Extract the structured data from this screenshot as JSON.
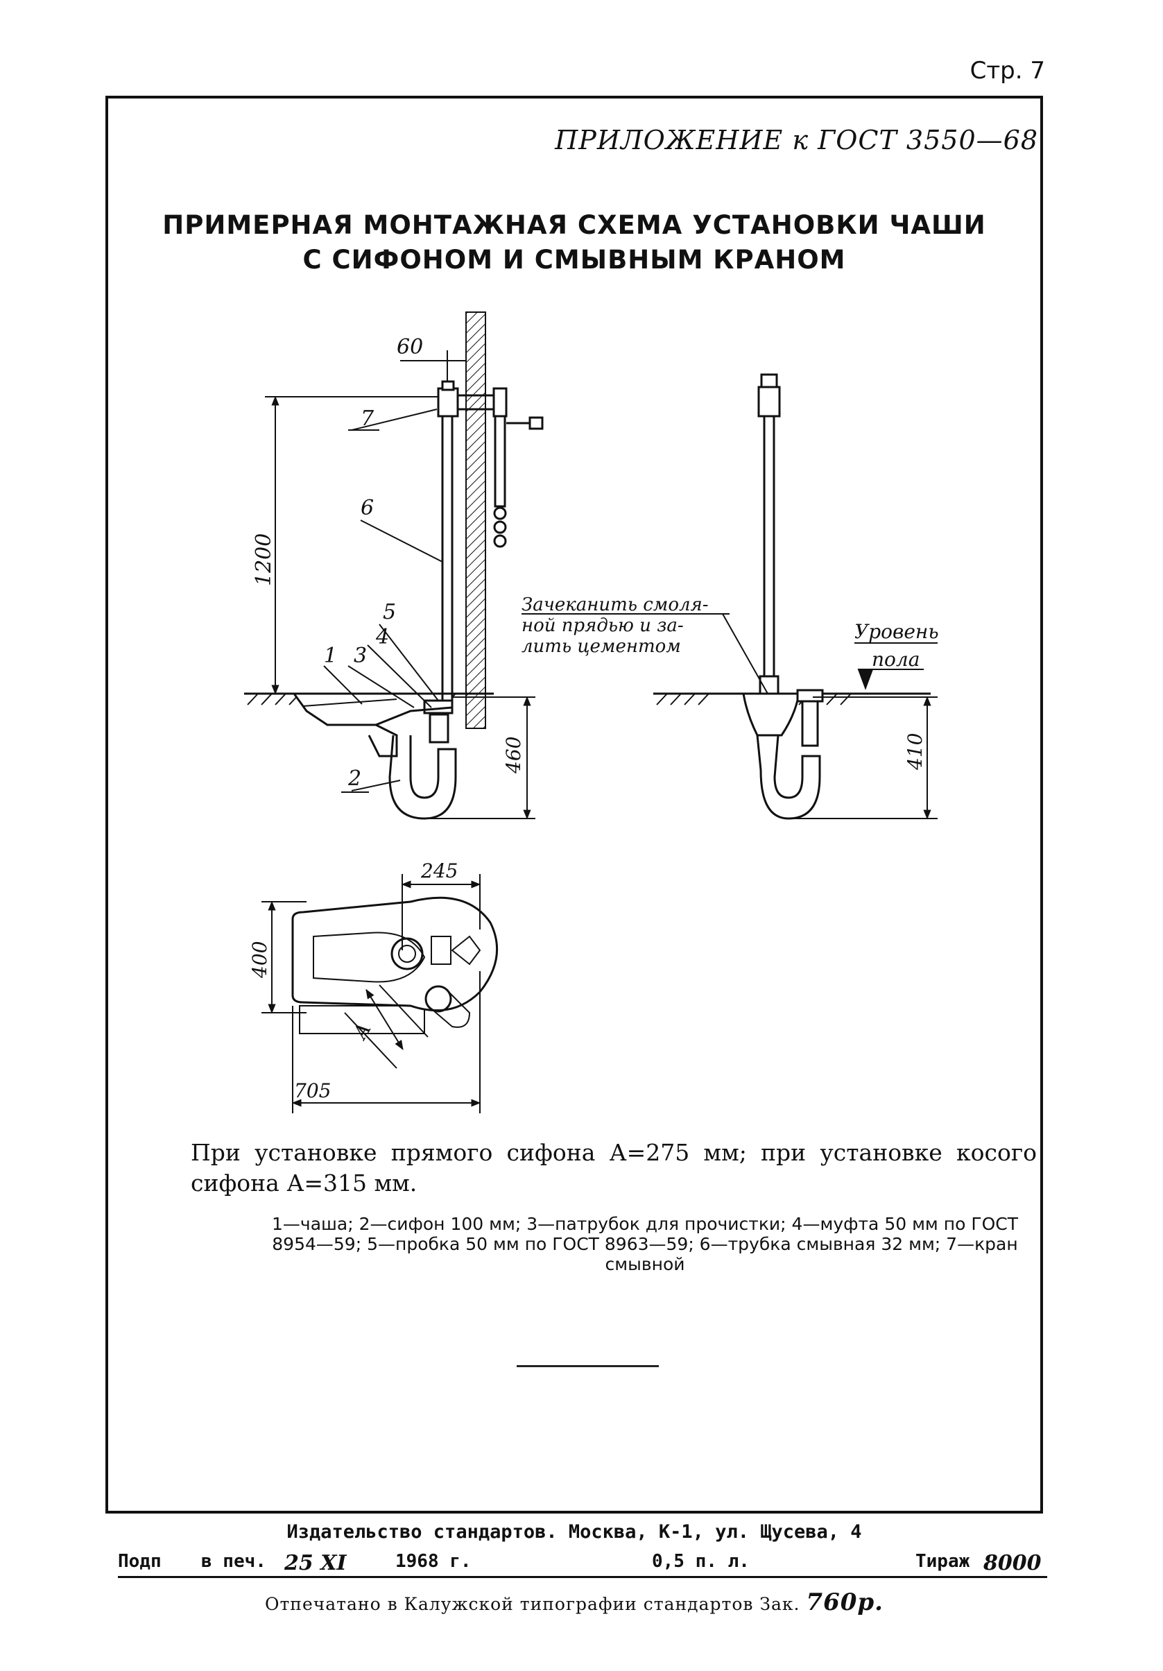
{
  "page": {
    "page_number": "Стр. 7",
    "appendix": "ПРИЛОЖЕНИЕ к ГОСТ 3550—68",
    "title_line1": "ПРИМЕРНАЯ МОНТАЖНАЯ СХЕМА УСТАНОВКИ ЧАШИ",
    "title_line2": "С СИФОНОМ И СМЫВНЫМ КРАНОМ"
  },
  "drawing": {
    "dim_60": "60",
    "dim_1200": "1200",
    "dim_460": "460",
    "dim_410": "410",
    "dim_245": "245",
    "dim_400": "400",
    "dim_705": "705",
    "dim_A": "А",
    "callouts": [
      "1",
      "2",
      "3",
      "4",
      "5",
      "6",
      "7"
    ],
    "caulk_note": [
      "Зачеканить смоля-",
      "ной прядью и за-",
      "лить цементом"
    ],
    "floor_note": [
      "Уровень",
      "пола"
    ]
  },
  "note": "При установке прямого сифона А=275 мм; при установке косого сифона А=315 мм.",
  "legend": "1—чаша; 2—сифон 100 мм; 3—патрубок для прочистки; 4—муфта 50 мм по ГОСТ 8954—59; 5—пробка 50 мм по ГОСТ 8963—59; 6—трубка смывная 32 мм; 7—кран смывной",
  "footer": {
    "publisher": "Издательство стандартов. Москва, К-1, ул. Щусева, 4",
    "signed": "Подп",
    "to_print": "в печ.",
    "date_hand": "25 XI",
    "year": "1968 г.",
    "sheets": "0,5 п. л.",
    "print_run_label": "Тираж",
    "print_run_hand": "8000",
    "printed": "Отпечатано в Калужской типографии стандартов",
    "order_label": "Зак.",
    "order_hand": "760р."
  }
}
